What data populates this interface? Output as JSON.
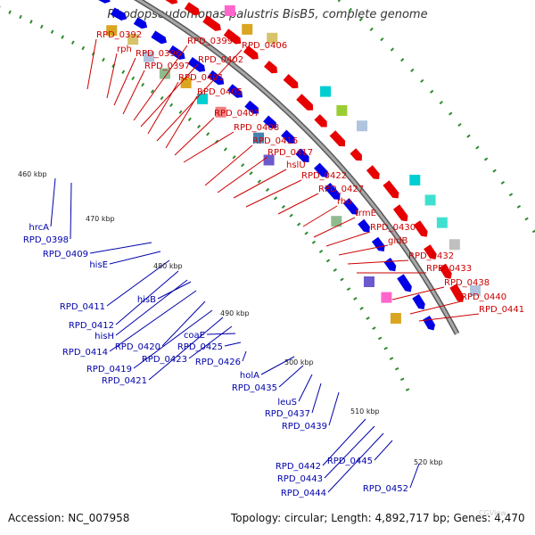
{
  "title": "Rhodopseudomonas palustris BisB5, complete genome",
  "footer": {
    "accession": "Accession: NC_007958",
    "topology": "Topology: circular; Length: 4,892,717 bp; Genes: 4,470"
  },
  "watermark": "CGView",
  "colors": {
    "backbone": "#8c8c8c",
    "forward_feature": "#e60000",
    "reverse_feature": "#0000e6",
    "forward_label": "#cc0000",
    "reverse_label": "#0000aa",
    "tick_green": "#2e8b2e"
  },
  "scale_labels": [
    "460 kbp",
    "470 kbp",
    "480 kbp",
    "490 kbp",
    "500 kbp",
    "510 kbp",
    "520 kbp"
  ],
  "forward_labels": [
    "RPD_0392",
    "rph",
    "RPD_0396",
    "RPD_0397",
    "RPD_0399",
    "RPD_0402",
    "RPD_0401",
    "RPD_0406",
    "RPD_0405",
    "RPD_0407",
    "RPD_0408",
    "RPD_0416",
    "RPD_0417",
    "hslU",
    "RPD_0422",
    "RPD_0427",
    "rho",
    "trmE",
    "RPD_0430",
    "gidB",
    "RPD_0432",
    "RPD_0433",
    "RPD_0438",
    "RPD_0440",
    "RPD_0441"
  ],
  "reverse_labels": [
    "hrcA",
    "RPD_0398",
    "RPD_0409",
    "hisE",
    "RPD_0411",
    "RPD_0412",
    "hisH",
    "hisB",
    "RPD_0414",
    "RPD_0420",
    "RPD_0419",
    "RPD_0421",
    "RPD_0423",
    "coaE",
    "RPD_0425",
    "RPD_0426",
    "holA",
    "RPD_0435",
    "leuS",
    "RPD_0437",
    "RPD_0439",
    "RPD_0442",
    "RPD_0443",
    "RPD_0444",
    "RPD_0445",
    "RPD_0452"
  ]
}
